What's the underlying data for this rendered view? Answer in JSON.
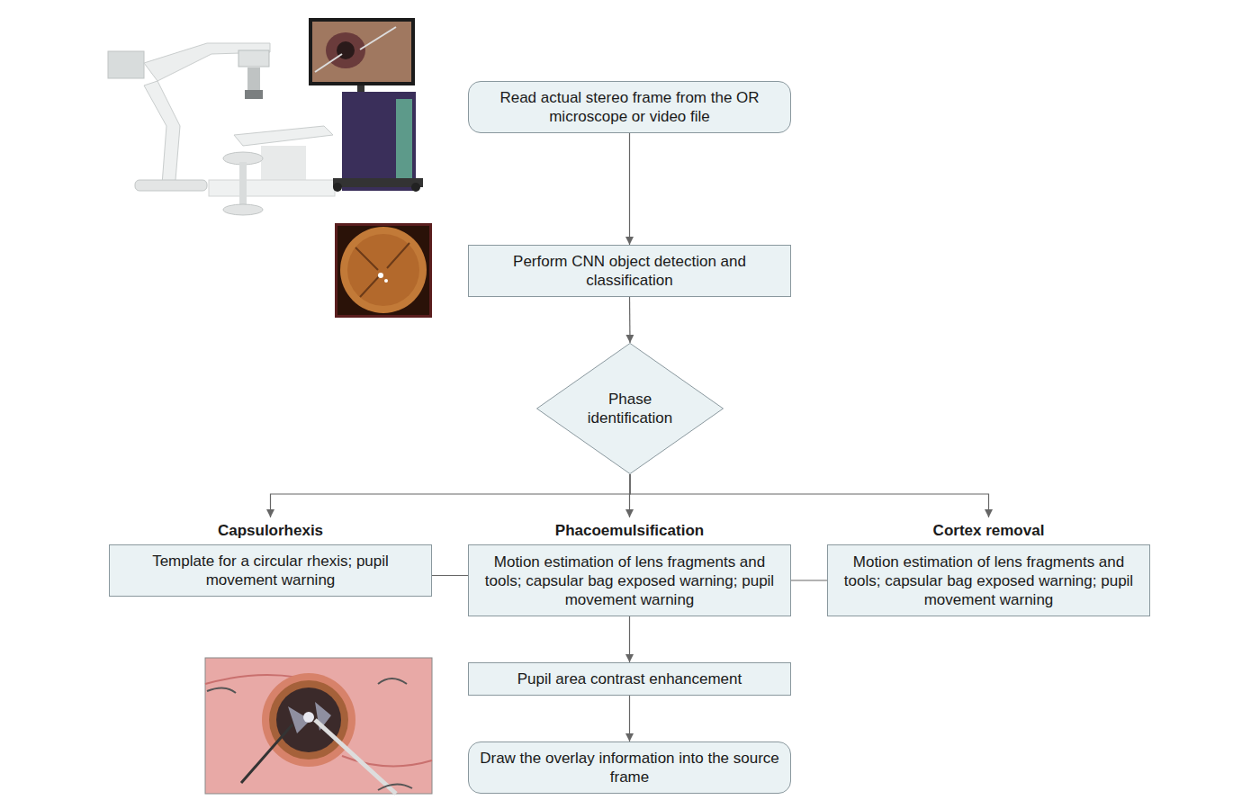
{
  "diagram": {
    "nodes": [
      {
        "text": [
          "Read actual stereo frame from the OR microscope or video file"
        ]
      },
      {
        "text": [
          "Perform CNN object detection and classification"
        ]
      },
      {
        "text": [
          "Phase identification"
        ]
      },
      {
        "text": [
          "Capsulorhexis",
          "Template for a circular rhexis; pupil movement warning"
        ]
      },
      {
        "text": [
          "Phacoemulsification",
          "Motion estimation of lens fragments and tools; capsular bag exposed warning; pupil movement warning"
        ]
      },
      {
        "text": [
          "Cortex removal",
          "Motion estimation of lens fragments and tools; capsular bag exposed warning; pupil movement warning"
        ]
      },
      {
        "text": [
          "Pupil area contrast enhancement"
        ]
      },
      {
        "text": [
          "Draw the overlay information into the source frame"
        ]
      }
    ],
    "edges": [
      {
        "from": 0,
        "to": 1,
        "arrow": "to"
      },
      {
        "from": 1,
        "to": 2,
        "arrow": "to"
      },
      {
        "from": 2,
        "to": 3,
        "arrow": "to"
      },
      {
        "from": 2,
        "to": 4,
        "arrow": "to"
      },
      {
        "from": 2,
        "to": 5,
        "arrow": "to"
      },
      {
        "from": 3,
        "to": 4,
        "arrow": "none"
      },
      {
        "from": 4,
        "to": 5,
        "arrow": "none"
      },
      {
        "from": 4,
        "to": 6,
        "arrow": "to"
      },
      {
        "from": 6,
        "to": 7,
        "arrow": "to"
      }
    ]
  }
}
